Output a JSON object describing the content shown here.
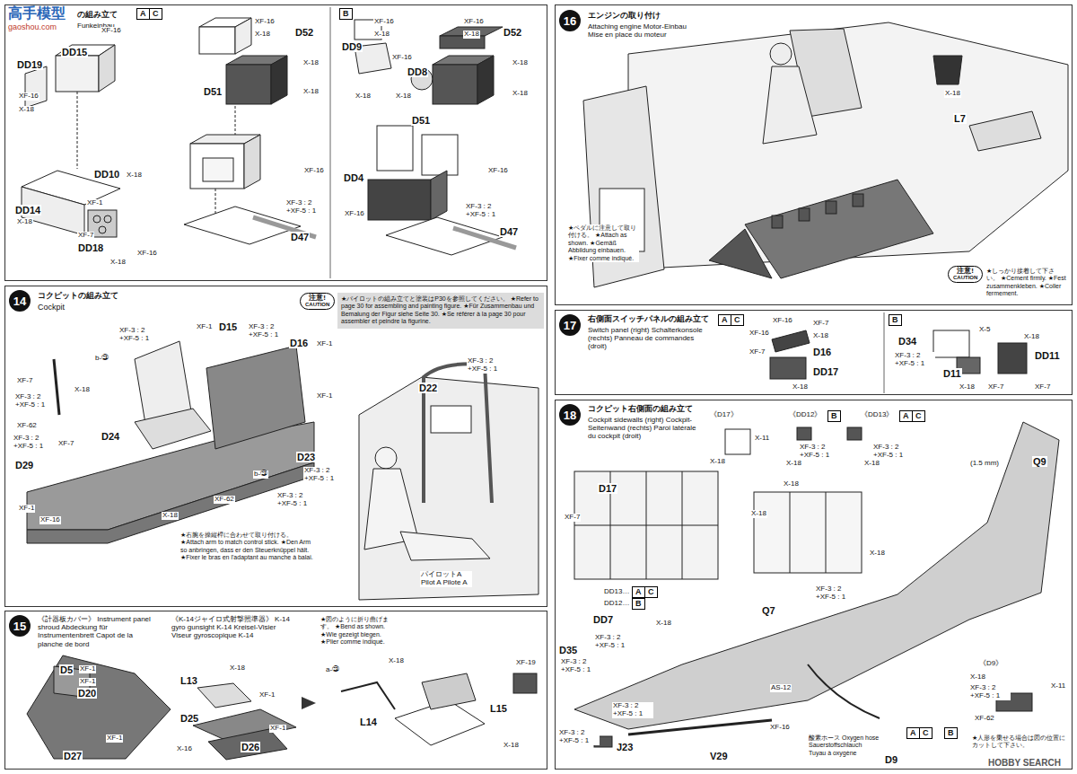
{
  "diagram": {
    "nodes": [
      {
        "text": [
          "の組み立て",
          "Funkeinbau"
        ]
      },
      {
        "text": [
          "A"
        ],
        "in": 0
      },
      {
        "text": [
          "C"
        ],
        "in": 0
      },
      {
        "text": [
          "B"
        ],
        "in": 0
      },
      {
        "text": [
          "コクピットの組み立て",
          "Cockpit"
        ]
      },
      {
        "text": [
          "14"
        ],
        "in": 4
      },
      {
        "text": [
          "注意!",
          "CAUTION"
        ],
        "in": 4
      },
      {
        "text": [
          "★パイロットの組み立てと塗装はP30を参照してください。 ★Refer to page 30 for assembling and painting figure. ★Für Zusammenbau und Bemalung der Figur siehe Seite 30. ★Se référer à la page 30 pour assembler et peindre la figurine."
        ],
        "in": 4
      },
      {
        "text": [
          "《計器板カバー》 Instrument panel shroud Abdeckung für Instrumentenbrett Capot de la planche de bord",
          "《K-14ジャイロ式射撃照準器》 K-14 gyro gunsight K-14 Kreisel-Visier Viseur gyroscopique K-14"
        ]
      },
      {
        "text": [
          "15"
        ],
        "in": 8
      },
      {
        "text": [
          "エンジンの取り付け",
          "Attaching engine Motor-Einbau Mise en place du moteur"
        ]
      },
      {
        "text": [
          "16"
        ],
        "in": 10
      },
      {
        "text": [
          "注意!",
          "CAUTION"
        ],
        "in": 10
      },
      {
        "text": [
          "右側面スイッチパネルの組み立て",
          "Switch panel (right) Schalterkonsole (rechts) Panneau de commandes (droit)"
        ]
      },
      {
        "text": [
          "17"
        ],
        "in": 13
      },
      {
        "text": [
          "A"
        ],
        "in": 13
      },
      {
        "text": [
          "C"
        ],
        "in": 13
      },
      {
        "text": [
          "B"
        ],
        "in": 13
      },
      {
        "text": [
          "コクピット右側面の組み立て",
          "Cockpit sidewalls (right) Cockpit-Seitenwand (rechts) Paroi latérale du cockpit (droit)"
        ]
      },
      {
        "text": [
          "18"
        ],
        "in": 18
      },
      {
        "text": [
          "B"
        ],
        "in": 18
      },
      {
        "text": [
          "A"
        ],
        "in": 18
      },
      {
        "text": [
          "C"
        ],
        "in": 18
      },
      {
        "text": [
          "A"
        ],
        "in": 18
      },
      {
        "text": [
          "C"
        ],
        "in": 18
      },
      {
        "text": [
          "B"
        ],
        "in": 18
      },
      {
        "text": [
          "A"
        ],
        "in": 18
      },
      {
        "text": [
          "C"
        ],
        "in": 18
      },
      {
        "text": [
          "B"
        ],
        "in": 18
      }
    ],
    "labels": [
      "高手模型",
      "gaoshou.com",
      "DD15",
      "XF-16",
      "DD19",
      "XF-16",
      "X-18",
      "DD10",
      "X-18",
      "DD14",
      "X-18",
      "XF-1",
      "XF-7",
      "DD18",
      "X-18",
      "XF-16",
      "XF-16",
      "X-18",
      "D52",
      "X-18",
      "D51",
      "X-18",
      "XF-16",
      "XF-3 : 2 +XF-5 : 1",
      "D47",
      "XF-16",
      "X-18",
      "DD9",
      "XF-16",
      "DD8",
      "X-18",
      "X-18",
      "XF-16",
      "X-18",
      "D52",
      "X-18",
      "D51",
      "X-18",
      "XF-16",
      "DD4",
      "XF-16",
      "XF-3 : 2 +XF-5 : 1",
      "D47",
      "XF-1",
      "D15",
      "XF-3 : 2 +XF-5 : 1",
      "D16",
      "XF-1",
      "XF-3 : 2 +XF-5 : 1",
      "b-㉓",
      "XF-7",
      "X-18",
      "XF-3 : 2 +XF-5 : 1",
      "XF-62",
      "D24",
      "XF-3 : 2 +XF-5 : 1",
      "XF-7",
      "D29",
      "XF-1",
      "XF-16",
      "X-18",
      "XF-62",
      "XF-1",
      "D23",
      "XF-3 : 2 +XF-5 : 1",
      "b-㉓",
      "XF-3 : 2 +XF-5 : 1",
      "D22",
      "XF-3 : 2 +XF-5 : 1",
      "★右腕を操縦桿に合わせて取り付ける。 ★Attach arm to match control stick. ★Den Arm so anbringen, dass er den Steuerknüppel hält. ★Fixer le bras en l'adaptant au manche à balai.",
      "パイロットA Pilot A Pilote A",
      "D5",
      "XF-1",
      "XF-1",
      "D20",
      "XF-1",
      "D27",
      "X-18",
      "L13",
      "XF-1",
      "D25",
      "X-16",
      "D26",
      "XF-1",
      "★図のように折り曲げます。 ★Bend as shown. ★Wie gezeigt biegen. ★Plier comme indiqué.",
      "a-㉓",
      "X-18",
      "XF-19",
      "L15",
      "L14",
      "X-18",
      "X-18",
      "L7",
      "★ペダルに注意して取り付ける。 ★Attach as shown. ★Gemäß Abbildung einbauen. ★Fixer comme indiqué.",
      "★しっかり接着して下さい。 ★Cement firmly. ★Fest zusammenkleben. ★Coller fermement.",
      "XF-16",
      "XF-7",
      "XF-16",
      "X-18",
      "XF-7",
      "D16",
      "DD17",
      "X-18",
      "D34",
      "XF-3 : 2 +XF-5 : 1",
      "X-5",
      "X-18",
      "DD11",
      "D11",
      "X-18",
      "XF-7",
      "XF-7",
      "《D17》",
      "X-11",
      "X-18",
      "《DD12》",
      "XF-3 : 2 +XF-5 : 1",
      "X-18",
      "《DD13》",
      "XF-3 : 2 +XF-5 : 1",
      "X-18",
      "D17",
      "X-18",
      "X-18",
      "X-18",
      "Q9",
      "(1.5 mm)",
      "XF-7",
      "DD13…",
      "DD12…",
      "DD7",
      "X-18",
      "D35",
      "XF-3 : 2 +XF-5 : 1",
      "XF-3 : 2 +XF-5 : 1",
      "XF-3 : 2 +XF-5 : 1",
      "Q7",
      "AS-12",
      "XF-3 : 2 +XF-5 : 1",
      "J23",
      "XF-3 : 2 +XF-5 : 1",
      "V29",
      "XF-16",
      "酸素ホース Oxygen hose Sauerstoffschlauch Tuyau à oxygène",
      "D9",
      "《D9》",
      "X-18",
      "XF-3 : 2 +XF-5 : 1",
      "X-11",
      "XF-62",
      "★人形を乗せる場合は図の位置にカットして下さい。",
      "HOBBY SEARCH"
    ]
  }
}
